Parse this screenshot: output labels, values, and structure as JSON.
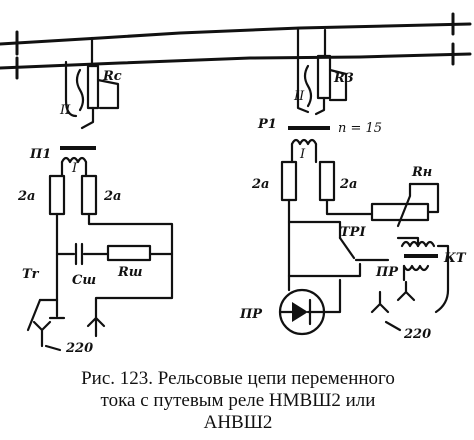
{
  "labels": {
    "rc": "Rc",
    "r3": "R3",
    "roman2_left": "II",
    "roman2_right": "II",
    "roman1_left": "I",
    "roman1_right": "I",
    "p1_left": "П1",
    "p1_right": "Р1",
    "n15": "n = 15",
    "coil_2a_1": "2а",
    "coil_2a_2": "2а",
    "coil_2a_3": "2а",
    "coil_2a_4": "2а",
    "tr_left": "Тr",
    "tr_right": "ТРI",
    "csh": "Сш",
    "rsh": "Rш",
    "rn": "Rн",
    "kt": "КТ",
    "pr_top": "ПР",
    "pr_bottom": "ПР",
    "v220_left": "220",
    "v220_right": "220"
  },
  "caption": {
    "line1": "Рис. 123. Рельсовые цепи переменного",
    "line2": "тока с путевым реле НМВШ2 или",
    "line3": "АНВШ2"
  }
}
